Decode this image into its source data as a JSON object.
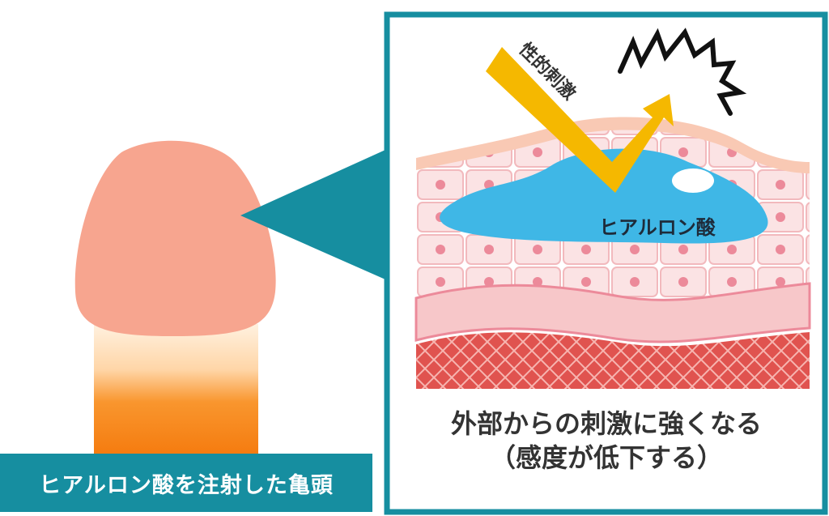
{
  "left_caption": "ヒアルロン酸を注射した亀頭",
  "inset": {
    "stimulus_label": "性的刺激",
    "filler_label": "ヒアルロン酸",
    "result_line1": "外部からの刺激に強くなる",
    "result_line2": "（感度が低下する）"
  },
  "colors": {
    "teal_frame": "#168ea0",
    "glans": "#f7a58f",
    "shaft_top": "#ffe6cc",
    "shaft_bottom": "#f57c10",
    "stimulus_arrow": "#f5b800",
    "hyaluronic_acid": "#3fb7e6",
    "skin_cell": "#f7c7c9",
    "dermis_mesh": "#e0534f"
  }
}
